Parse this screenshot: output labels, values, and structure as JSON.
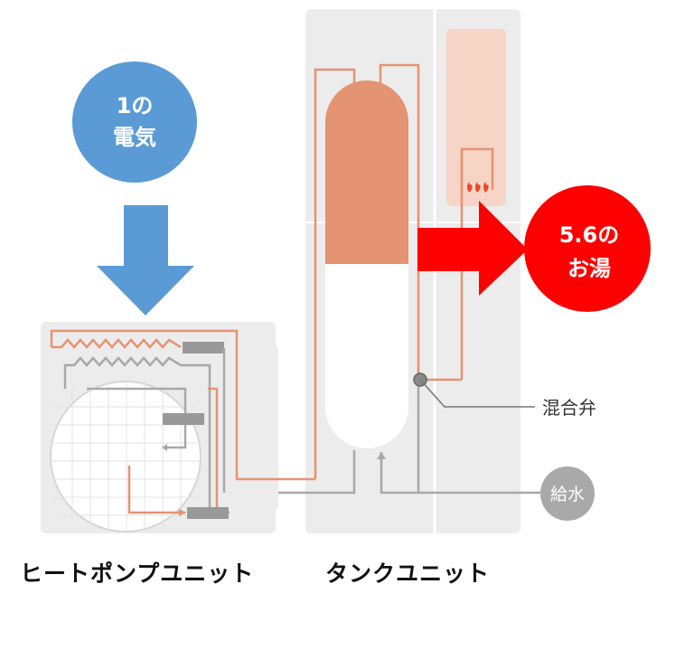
{
  "input_label": {
    "line1": "1の",
    "line2": "電気"
  },
  "output_label": {
    "line1": "5.6の",
    "line2": "お湯"
  },
  "valve_label": "混合弁",
  "water_label": "給水",
  "captions": {
    "heat_pump": "ヒートポンプユニット",
    "tank": "タンクユニット"
  },
  "colors": {
    "electric_circle": "#5b9bd5",
    "electric_arrow": "#5b9bd5",
    "hot_water_circle": "#ff0000",
    "hot_water_arrow": "#ff0000",
    "tank_hot": "#e49373",
    "pipe_hot": "#e49373",
    "pipe_cold": "#a8a8a8",
    "panel": "#ececec",
    "supply_circle": "#a9a9a9"
  }
}
